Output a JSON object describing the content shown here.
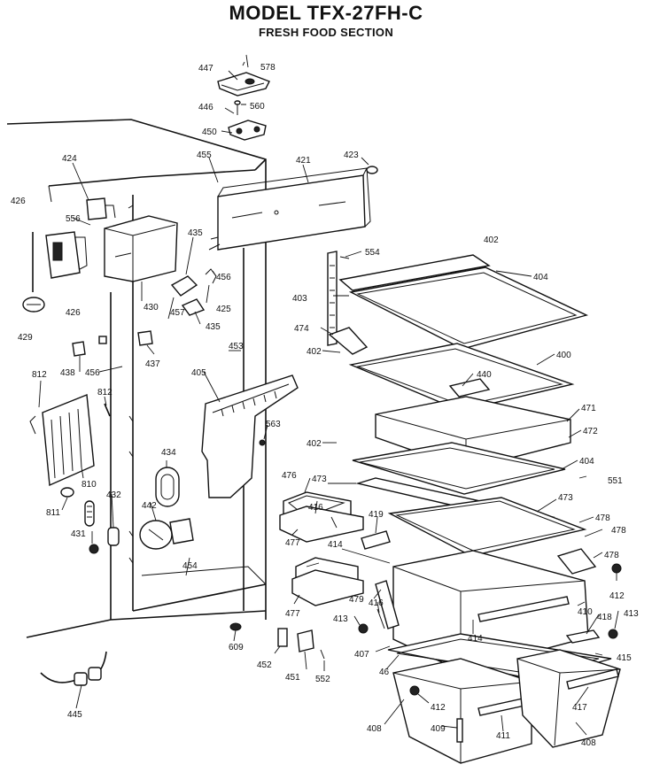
{
  "header": {
    "title": "MODEL TFX-27FH-C",
    "subtitle": "FRESH FOOD SECTION"
  },
  "callouts": {
    "c447": "447",
    "c578": "578",
    "c446": "446",
    "c560": "560",
    "c450": "450",
    "c424": "424",
    "c455": "455",
    "c421": "421",
    "c423": "423",
    "c426a": "426",
    "c556": "556",
    "c435a": "435",
    "c426b": "426",
    "c402a": "402",
    "c554": "554",
    "c456a": "456",
    "c425": "425",
    "c403": "403",
    "c404a": "404",
    "c430": "430",
    "c457": "457",
    "c435b": "435",
    "c429": "429",
    "c474": "474",
    "c438": "438",
    "c437": "437",
    "c453": "453",
    "c402b": "402",
    "c400": "400",
    "c456b": "456",
    "c440": "440",
    "c812a": "812",
    "c405": "405",
    "c812b": "812",
    "c471": "471",
    "c563": "563",
    "c402c": "402",
    "c472": "472",
    "c434": "434",
    "c404b": "404",
    "c810": "810",
    "c476": "476",
    "c473a": "473",
    "c551": "551",
    "c432": "432",
    "c811": "811",
    "c442": "442",
    "c416a": "416",
    "c473b": "473",
    "c419": "419",
    "c478a": "478",
    "c431": "431",
    "c477a": "477",
    "c414a": "414",
    "c478b": "478",
    "c478c": "478",
    "c454": "454",
    "c412a": "412",
    "c479": "479",
    "c416b": "416",
    "c410": "410",
    "c477b": "477",
    "c413a": "413",
    "c418": "418",
    "c413b": "413",
    "c609": "609",
    "c414b": "414",
    "c407": "407",
    "c415": "415",
    "c452": "452",
    "c451": "451",
    "c552": "552",
    "c445": "445",
    "c412b": "412",
    "c417": "417",
    "c408a": "408",
    "c409": "409",
    "c411": "411",
    "c408b": "408"
  }
}
